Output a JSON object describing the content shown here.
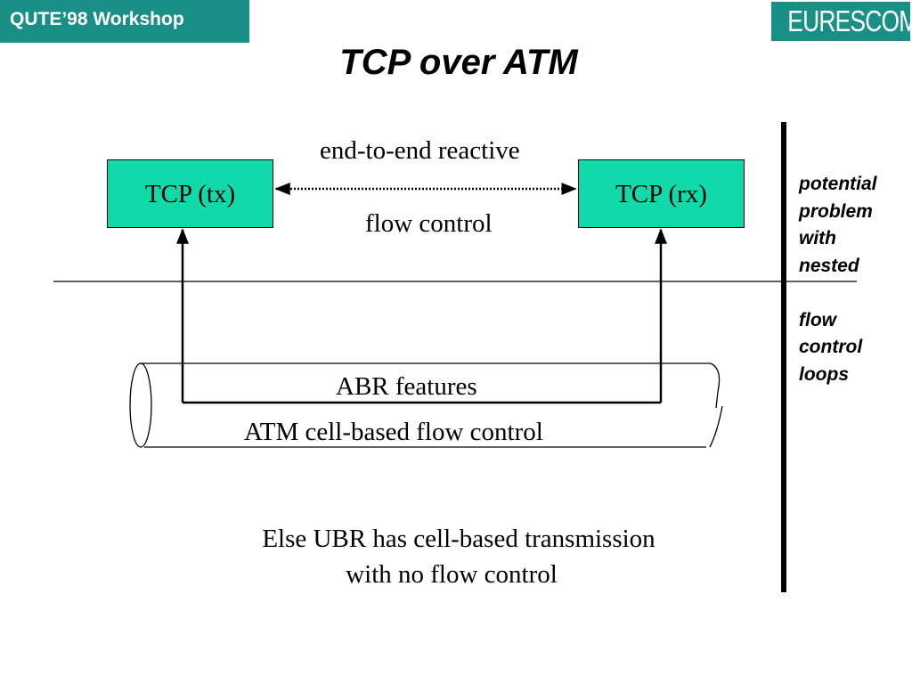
{
  "header": {
    "badge": "QUTE’98 Workshop",
    "logo": "EURESCOM",
    "title": "TCP over ATM"
  },
  "diagram": {
    "tcp_tx": "TCP (tx)",
    "tcp_rx": "TCP (rx)",
    "top_label": "end-to-end reactive",
    "bottom_label": "flow control",
    "pipe_label_top": "ABR features",
    "pipe_label_bottom": "ATM cell-based flow control",
    "note_line1": "Else UBR has cell-based transmission",
    "note_line2": "with no flow control"
  },
  "sidebar": {
    "lines": [
      "potential",
      "problem",
      "with",
      "nested",
      "",
      "flow",
      "control",
      "loops"
    ]
  },
  "colors": {
    "accent": "#1a8f85",
    "box_fill": "#11d9a9"
  }
}
